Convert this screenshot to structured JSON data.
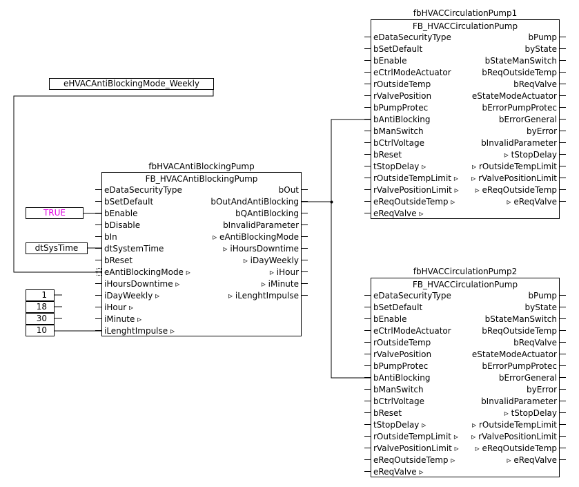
{
  "constants": {
    "mode_weekly": "eHVACAntiBlockingMode_Weekly",
    "true_value": "TRUE",
    "systime": "dtSysTime",
    "hours_downtime": "1",
    "day_weekly": "18",
    "hour": "30",
    "minute": "10"
  },
  "antiblocking": {
    "instance": "fbHVACAntiBlockingPump",
    "type": "FB_HVACAntiBlockingPump",
    "inputs": [
      "eDataSecurityType",
      "bSetDefault",
      "bEnable",
      "bDisable",
      "bIn",
      "dtSystemTime",
      "bReset",
      "eAntiBlockingMode ▹",
      "iHoursDowntime ▹",
      "iDayWeekly ▹",
      "iHour ▹",
      "iMinute ▹",
      "iLenghtImpulse ▹"
    ],
    "outputs": [
      "bOut",
      "bOutAndAntiBlocking",
      "bQAntiBlocking",
      "bInvalidParameter",
      "▹ eAntiBlockingMode",
      "▹ iHoursDowntime",
      "▹ iDayWeekly",
      "▹ iHour",
      "▹ iMinute",
      "▹ iLenghtImpulse"
    ]
  },
  "pump1": {
    "instance": "fbHVACCirculationPump1",
    "type": "FB_HVACCirculationPump",
    "inputs": [
      "eDataSecurityType",
      "bSetDefault",
      "bEnable",
      "eCtrlModeActuator",
      "rOutsideTemp",
      "rValvePosition",
      "bPumpProtec",
      "bAntiBlocking",
      "bManSwitch",
      "bCtrlVoltage",
      "bReset",
      "tStopDelay ▹",
      "rOutsideTempLimit ▹",
      "rValvePositionLimit ▹",
      "eReqOutsideTemp ▹",
      "eReqValve ▹"
    ],
    "outputs": [
      "bPump",
      "byState",
      "bStateManSwitch",
      "bReqOutsideTemp",
      "bReqValve",
      "eStateModeActuator",
      "bErrorPumpProtec",
      "bErrorGeneral",
      "byError",
      "bInvalidParameter",
      "▹ tStopDelay",
      "▹ rOutsideTempLimit",
      "▹ rValvePositionLimit",
      "▹ eReqOutsideTemp",
      "▹ eReqValve"
    ]
  },
  "pump2": {
    "instance": "fbHVACCirculationPump2",
    "type": "FB_HVACCirculationPump",
    "inputs": [
      "eDataSecurityType",
      "bSetDefault",
      "bEnable",
      "eCtrlModeActuator",
      "rOutsideTemp",
      "rValvePosition",
      "bPumpProtec",
      "bAntiBlocking",
      "bManSwitch",
      "bCtrlVoltage",
      "bReset",
      "tStopDelay ▹",
      "rOutsideTempLimit ▹",
      "rValvePositionLimit ▹",
      "eReqOutsideTemp ▹",
      "eReqValve ▹"
    ],
    "outputs": [
      "bPump",
      "byState",
      "bStateManSwitch",
      "bReqOutsideTemp",
      "bReqValve",
      "eStateModeActuator",
      "bErrorPumpProtec",
      "bErrorGeneral",
      "byError",
      "bInvalidParameter",
      "▹ tStopDelay",
      "▹ rOutsideTempLimit",
      "▹ rValvePositionLimit",
      "▹ eReqOutsideTemp",
      "▹ eReqValve"
    ]
  }
}
